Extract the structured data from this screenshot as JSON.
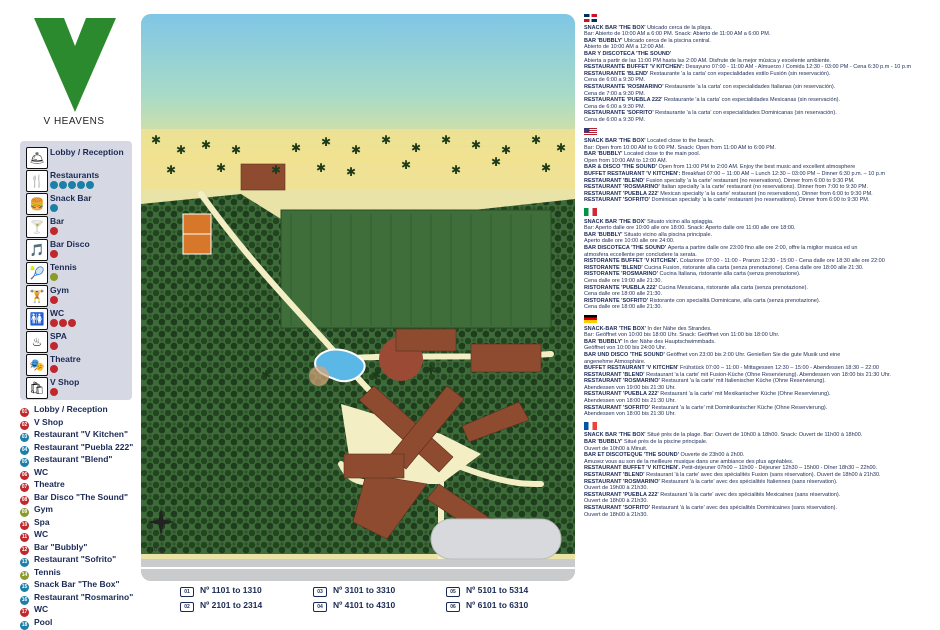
{
  "brand": {
    "name": "V HEAVENS",
    "color": "#2b8a2e"
  },
  "legend": [
    {
      "label": "Lobby / Reception",
      "icon": "reception-icon",
      "glyph": "🛎",
      "nums": []
    },
    {
      "label": "Restaurants",
      "icon": "restaurant-icon",
      "glyph": "🍴",
      "nums": [
        "03",
        "04",
        "05",
        "13",
        "16"
      ]
    },
    {
      "label": "Snack Bar",
      "icon": "snack-bar-icon",
      "glyph": "🍔",
      "nums": [
        "15"
      ]
    },
    {
      "label": "Bar",
      "icon": "bar-icon",
      "glyph": "🍸",
      "nums": [
        "12"
      ]
    },
    {
      "label": "Bar Disco",
      "icon": "bar-disco-icon",
      "glyph": "🎵",
      "nums": [
        "07"
      ]
    },
    {
      "label": "Tennis",
      "icon": "tennis-icon",
      "glyph": "🎾",
      "nums": [
        "14"
      ]
    },
    {
      "label": "Gym",
      "icon": "gym-icon",
      "glyph": "🏋",
      "nums": [
        "08"
      ]
    },
    {
      "label": "WC",
      "icon": "wc-icon",
      "glyph": "🚻",
      "nums": [
        "06",
        "11",
        "17"
      ]
    },
    {
      "label": "SPA",
      "icon": "spa-icon",
      "glyph": "♨",
      "nums": [
        "10"
      ]
    },
    {
      "label": "Theatre",
      "icon": "theatre-icon",
      "glyph": "🎭",
      "nums": [
        "07"
      ]
    },
    {
      "label": "V Shop",
      "icon": "shop-icon",
      "glyph": "🛍",
      "nums": [
        "02"
      ]
    }
  ],
  "numbered": [
    {
      "n": "01",
      "label": "Lobby / Reception",
      "color": "#c0282d"
    },
    {
      "n": "02",
      "label": "V Shop",
      "color": "#c0282d"
    },
    {
      "n": "03",
      "label": "Restaurant \"V Kitchen\"",
      "color": "#1b7fa8"
    },
    {
      "n": "04",
      "label": "Restaurant \"Puebla 222\"",
      "color": "#1b7fa8"
    },
    {
      "n": "05",
      "label": "Restaurant \"Blend\"",
      "color": "#1b7fa8"
    },
    {
      "n": "06",
      "label": "WC",
      "color": "#c0282d"
    },
    {
      "n": "07",
      "label": "Theatre",
      "color": "#c0282d"
    },
    {
      "n": "08",
      "label": "Bar Disco \"The Sound\"",
      "color": "#c0282d"
    },
    {
      "n": "09",
      "label": "Gym",
      "color": "#8c9a2a"
    },
    {
      "n": "10",
      "label": "Spa",
      "color": "#c0282d"
    },
    {
      "n": "11",
      "label": "WC",
      "color": "#c0282d"
    },
    {
      "n": "12",
      "label": "Bar \"Bubbly\"",
      "color": "#c0282d"
    },
    {
      "n": "13",
      "label": "Restaurant \"Sofrito\"",
      "color": "#1b7fa8"
    },
    {
      "n": "14",
      "label": "Tennis",
      "color": "#8c9a2a"
    },
    {
      "n": "15",
      "label": "Snack Bar \"The Box\"",
      "color": "#1b7fa8"
    },
    {
      "n": "16",
      "label": "Restaurant \"Rosmarino\"",
      "color": "#1b7fa8"
    },
    {
      "n": "17",
      "label": "WC",
      "color": "#c0282d"
    },
    {
      "n": "18",
      "label": "Pool",
      "color": "#1b7fa8"
    }
  ],
  "buildings": [
    {
      "n": "01",
      "label": "Nº 1101 to 1310"
    },
    {
      "n": "02",
      "label": "Nº 2101 to 2314"
    },
    {
      "n": "03",
      "label": "Nº 3101 to 3310"
    },
    {
      "n": "04",
      "label": "Nº 4101 to 4310"
    },
    {
      "n": "05",
      "label": "Nº 5101 to 5314"
    },
    {
      "n": "06",
      "label": "Nº 6101 to 6310"
    }
  ],
  "map": {
    "scale_label": "0      10 mts",
    "sea": "#7ec8e3",
    "sand": "#f3e08e",
    "forest": "#2f5a2e",
    "roof": "#8a4a32"
  },
  "info_sections": [
    {
      "flag": "do",
      "lines": [
        [
          "SNACK BAR 'THE BOX'",
          "Ubicado cerca de la playa."
        ],
        [
          "",
          "Bar: Abierto de 10:00 AM a 6:00 PM. Snack: Abierto de 11:00 AM a 6:00 PM."
        ],
        [
          "BAR 'BUBBLY'",
          "Ubicado cerca de la piscina central."
        ],
        [
          "",
          "Abierto de 10:00 AM a 12:00 AM."
        ],
        [
          "BAR Y DISCOTECA 'THE SOUND'",
          ""
        ],
        [
          "",
          "Abierta a partir de las 11:00 PM hasta las 2:00 AM. Disfrute de la mejor música y excelente ambiente."
        ],
        [
          "RESTAURANTE BUFFET 'V KITCHEN':",
          "Desayuno 07:00 - 11:00 AM - Almuerzo / Comida 12:30 - 03:00 PM - Cena 6:30 p.m - 10 p.m"
        ],
        [
          "RESTAURANTE 'BLEND'",
          "Restaurante 'a la carta' con especialidades estilo Fusión (sin reservación)."
        ],
        [
          "",
          "Cena de 6:00 a 9:30 PM."
        ],
        [
          "RESTAURANTE 'ROSMARINO'",
          "Restaurante 'a la carta' con especialidades Italianas (sin reservación)."
        ],
        [
          "",
          "Cena de 7:00 a 9:30 PM."
        ],
        [
          "RESTAURANTE 'PUEBLA 222'",
          "Restaurante 'a la carta' con especialidades Mexicanas (sin reservación)."
        ],
        [
          "",
          "Cena de 6:00 a 9:30 PM."
        ],
        [
          "RESTAURANTE 'SOFRITO'",
          "Restaurante 'a la carta' con especialidades Dominicanas (sin reservación)."
        ],
        [
          "",
          "Cena de 6:00 a 9:30 PM."
        ]
      ]
    },
    {
      "flag": "us",
      "lines": [
        [
          "SNACK BAR 'THE BOX'",
          "Located close to the beach."
        ],
        [
          "",
          "Bar: Open from 10:00 AM to 6:00 PM. Snack: Open from 11:00 AM to 6:00 PM."
        ],
        [
          "BAR 'BUBBLY'",
          "Located close to the main pool."
        ],
        [
          "",
          "Open from 10:00 AM to 12:00 AM."
        ],
        [
          "BAR & DISCO 'THE SOUND'",
          "Open from 11:00 PM to 2:00 AM. Enjoy the best music and excellent atmosphere"
        ],
        [
          "BUFFET RESTAURANT 'V KITCHEN':",
          "Breakfast 07:00 – 11:00 AM – Lunch 12:30 – 03:00 PM – Dinner 6:30 p.m. – 10 p.m"
        ],
        [
          "RESTAURANT 'BLEND'",
          "Fusion specialty 'a la carte' restaurant (no reservations). Dinner from 6:00 to 9:30 PM."
        ],
        [
          "RESTAURANT 'ROSMARINO'",
          "Italian specialty 'a la carte' restaurant (no reservations). Dinner from 7:00 to 9:30 PM."
        ],
        [
          "RESTAURANT 'PUEBLA 222'",
          "Mexican specialty 'a la carte' restaurant (no reservations). Dinner from 6:00 to 9:30 PM."
        ],
        [
          "RESTAURANT 'SOFRITO'",
          "Dominican specialty 'a la carte' restaurant (no reservations). Dinner from 6:00 to 9:30 PM."
        ]
      ]
    },
    {
      "flag": "it",
      "lines": [
        [
          "SNACK BAR 'THE BOX'",
          "Situato vicino alla spiaggia."
        ],
        [
          "",
          "Bar: Aperto dalle ore 10:00 alle ore 18:00. Snack: Aperto dalle ore 11:00 alle ore 18:00."
        ],
        [
          "BAR 'BUBBLY'",
          "Situato vicino alla piscina principale."
        ],
        [
          "",
          "Aperto dalle ore 10:00 alle ore 24:00."
        ],
        [
          "BAR DISCOTECA 'THE SOUND'",
          "Aperta a partire dalle ore 23:00 fino alle ore 2:00, offre la miglior musica ed un"
        ],
        [
          "",
          "atmosfera eccellente per concludere la serata."
        ],
        [
          "RISTORANTE BUFFET 'V KITCHEN'.",
          "Colazione 07:00 - 11:00 - Pranzo 12:30 - 15:00 - Cena dalle ore 18:30 alle ore 22:00"
        ],
        [
          "RISTORANTE 'BLEND'",
          "Cucina Fusion, ristorante alla carta (senza prenotazione). Cena dalle ore 18:00 alle 21:30."
        ],
        [
          "RISTORANTE 'ROSMARINO'",
          "Cucina Italiana, ristorante alla carta (senza prenotazione)."
        ],
        [
          "",
          "Cena dalle ore 19:00 alle 21:30."
        ],
        [
          "RISTORANTE 'PUEBLA 222'",
          "Cucina Messicana, ristorante alla carta (senza prenotazione)."
        ],
        [
          "",
          "Cena dalle ore 18:00 alle 21:30."
        ],
        [
          "RISTORANTE 'SOFRITO'",
          "Ristorante con specialità Dominicane, alla carta (senza prenotazione)."
        ],
        [
          "",
          "Cena dalle ore 18:00 alle 21:30."
        ]
      ]
    },
    {
      "flag": "de",
      "lines": [
        [
          "SNACK-BAR 'THE BOX'",
          "In der Nähe des Strandes."
        ],
        [
          "",
          "Bar: Geöffnet von 10:00 bis 18:00 Uhr. Snack: Geöffnet von 11:00 bis 18:00 Uhr."
        ],
        [
          "BAR 'BUBBLY'",
          "In der Nähe des Hauptschwimmbads."
        ],
        [
          "",
          "Geöffnet von 10:00 bis 24:00 Uhr."
        ],
        [
          "BAR UND DISCO 'THE SOUND'",
          "Geöffnet von 23:00 bis 2:00 Uhr. Genießen Sie die gute Musik und eine"
        ],
        [
          "",
          "angenehme Atmosphäre."
        ],
        [
          "BUFFET RESTAURANT 'V KITCHEN'",
          "Frühstück 07:00 – 11:00 - Mittagessen 12:30 – 15:00 - Abendessen 18:30 – 22:00"
        ],
        [
          "RESTAURANT 'BLEND'",
          "Restaurant 'a la carte' mit Fusion-Küche (Ohne Reservierung). Abendessen von 18:00 bis 21:30 Uhr."
        ],
        [
          "RESTAURANT 'ROSMARINO'",
          "Restaurant 'a la carte' mit Italienischer Küche (Ohne Reservierung)."
        ],
        [
          "",
          "Abendessen von 19:00 bis 21:30 Uhr."
        ],
        [
          "RESTAURANT 'PUEBLA 222'",
          "Restaurant 'a la carte' mit Mexikanischer Küche (Ohne Reservierung)."
        ],
        [
          "",
          "Abendessen von 18:00 bis 21:30 Uhr."
        ],
        [
          "RESTAURANT 'SOFRITO'",
          "Restaurant 'a la carte' mit Dominikanischer Küche (Ohne Reservierung)."
        ],
        [
          "",
          "Abendessen von 18:00 bis 21:30 Uhr."
        ]
      ]
    },
    {
      "flag": "fr",
      "lines": [
        [
          "SNACK BAR 'THE BOX'",
          "Situé près de la plage. Bar: Ouvert de 10h00 à 18h00. Snack: Ouvert de 11h00 à 18h00."
        ],
        [
          "BAR 'BUBBLY'",
          "Situé près de la piscine principale."
        ],
        [
          "",
          "Ouvert de 10h00 à Minuit."
        ],
        [
          "BAR ET DISCOTEQUE 'THE SOUND'",
          "Ouverte de 23h00 à 2h00."
        ],
        [
          "",
          "Amusez vous au son de la meilleure musique dans une ambiance des plus agréables."
        ],
        [
          "RESTAURANT BUFFET 'V KITCHEN'.",
          "Petit-déjeuner 07h00 – 11h00 - Déjeuner 12h30 – 15h00 - Dîner 18h30 – 22h00."
        ],
        [
          "RESTAURANT 'BLEND'",
          "Restaurant 'à la carte' avec des spécialités Fusion (sans réservation). Ouvert de 18h00 à 21h30."
        ],
        [
          "RESTAURANT 'ROSMARINO'",
          "Restaurant 'à la carte' avec des spécialités Italiennes (sans réservation)."
        ],
        [
          "",
          "Ouvert de 19h00 à 21h30."
        ],
        [
          "RESTAURANT 'PUEBLA 222'",
          "Restaurant 'à la carte' avec des spécialités Mexicaines (sans réservation)."
        ],
        [
          "",
          "Ouvert de 18h00 à 21h30."
        ],
        [
          "RESTAURANT 'SOFRITO'",
          "Restaurant 'à la carte' avec des spécialités Dominicaines (sans réservation)."
        ],
        [
          "",
          "Ouvert de 18h00 à 21h30."
        ]
      ]
    }
  ]
}
